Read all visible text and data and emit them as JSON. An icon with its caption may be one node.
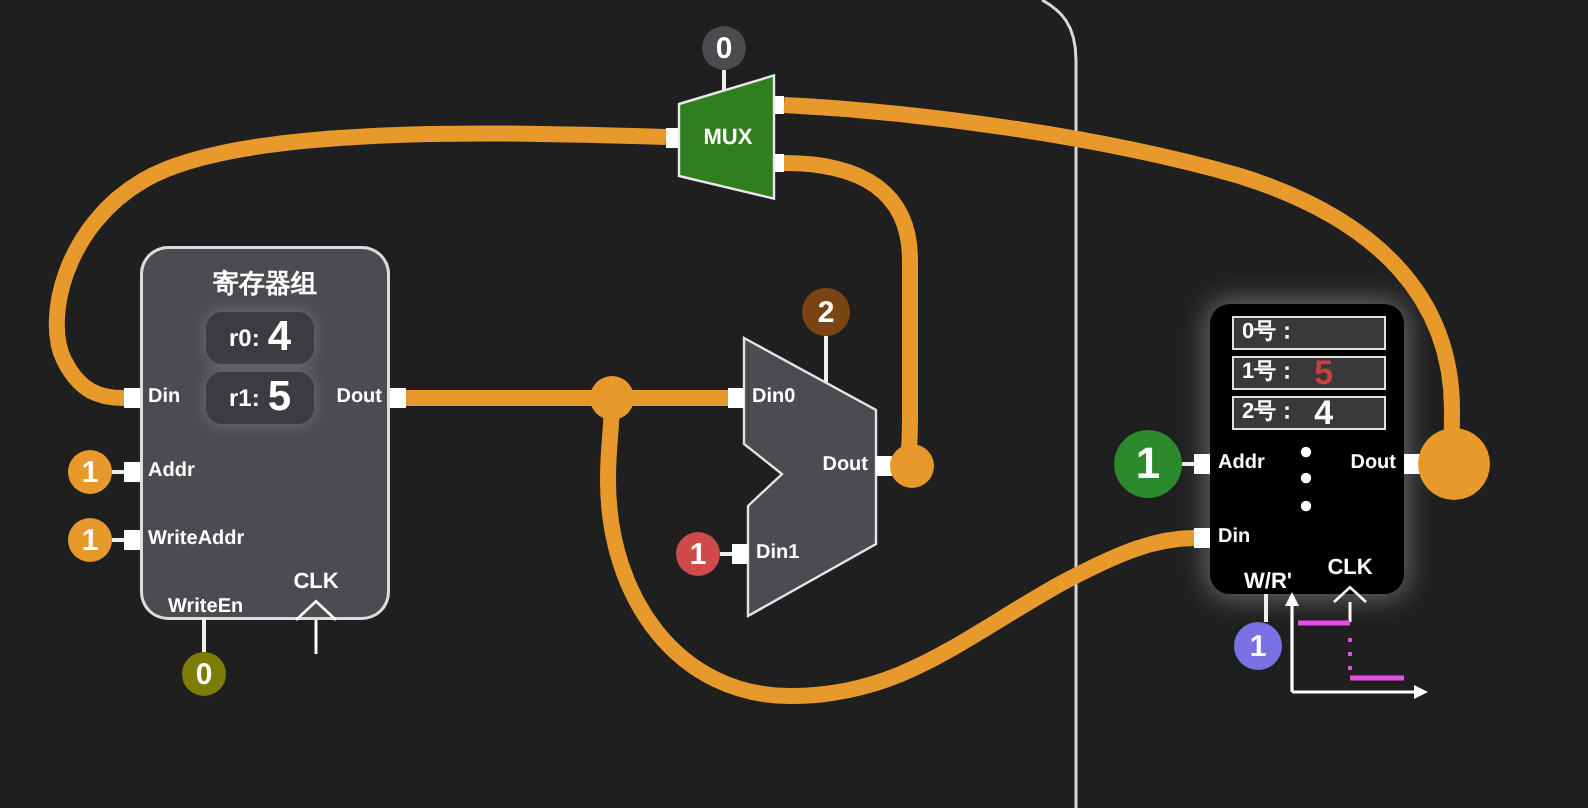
{
  "diagram": {
    "nodes": [
      {
        "text": [
          "寄存器组"
        ]
      },
      {
        "text": [
          "r0:",
          "4"
        ],
        "in": 0
      },
      {
        "text": [
          "r1:",
          "5"
        ],
        "in": 0
      },
      {
        "text": [
          "Din"
        ],
        "in": 0
      },
      {
        "text": [
          "Dout"
        ],
        "in": 0
      },
      {
        "text": [
          "Addr"
        ],
        "in": 0
      },
      {
        "text": [
          "WriteAddr"
        ],
        "in": 0
      },
      {
        "text": [
          "WriteEn"
        ],
        "in": 0
      },
      {
        "text": [
          "CLK"
        ],
        "in": 0
      },
      {
        "text": [
          "1"
        ]
      },
      {
        "text": [
          "1"
        ]
      },
      {
        "text": [
          "0"
        ]
      },
      {
        "text": [],
        "shape": "trapezoid"
      },
      {
        "text": [
          "Din0"
        ],
        "in": 12
      },
      {
        "text": [
          "Din1"
        ],
        "in": 12
      },
      {
        "text": [
          "Dout"
        ],
        "in": 12
      },
      {
        "text": [
          "2"
        ]
      },
      {
        "text": [
          "1"
        ]
      },
      {
        "text": [
          "MUX"
        ]
      },
      {
        "text": [
          "0"
        ]
      },
      {
        "text": [],
        "shape": "box"
      },
      {
        "text": [
          "0号："
        ],
        "in": 20
      },
      {
        "text": [
          "1号：",
          "5"
        ],
        "in": 20
      },
      {
        "text": [
          "2号：",
          "4"
        ],
        "in": 20
      },
      {
        "text": [
          "Addr"
        ],
        "in": 20
      },
      {
        "text": [
          "Dout"
        ],
        "in": 20
      },
      {
        "text": [
          "Din"
        ],
        "in": 20
      },
      {
        "text": [
          "W/R'"
        ],
        "in": 20
      },
      {
        "text": [
          "CLK"
        ],
        "in": 20
      },
      {
        "text": [
          "1"
        ]
      },
      {
        "text": [
          "1"
        ]
      }
    ],
    "edges": [
      {
        "from": 18,
        "to": 3,
        "arrow": "none",
        "style": "thick",
        "color": "#e8992c"
      },
      {
        "from": 9,
        "to": 5,
        "arrow": "none"
      },
      {
        "from": 10,
        "to": 6,
        "arrow": "none"
      },
      {
        "from": 11,
        "to": 7,
        "arrow": "none"
      },
      {
        "from": 4,
        "to": 13,
        "arrow": "none",
        "style": "thick",
        "color": "#e8992c"
      },
      {
        "from": 4,
        "to": 26,
        "arrow": "none",
        "style": "thick",
        "color": "#e8992c"
      },
      {
        "from": 16,
        "to": 12,
        "arrow": "none"
      },
      {
        "from": 17,
        "to": 14,
        "arrow": "none"
      },
      {
        "from": 15,
        "to": 18,
        "arrow": "other",
        "style": "thick",
        "color": "#e8992c"
      },
      {
        "from": 19,
        "to": 18,
        "arrow": "none"
      },
      {
        "from": 25,
        "to": 18,
        "arrow": "other",
        "style": "thick",
        "color": "#e8992c"
      },
      {
        "from": 29,
        "to": 24,
        "arrow": "none"
      },
      {
        "from": 30,
        "to": 27,
        "arrow": "none"
      }
    ]
  }
}
